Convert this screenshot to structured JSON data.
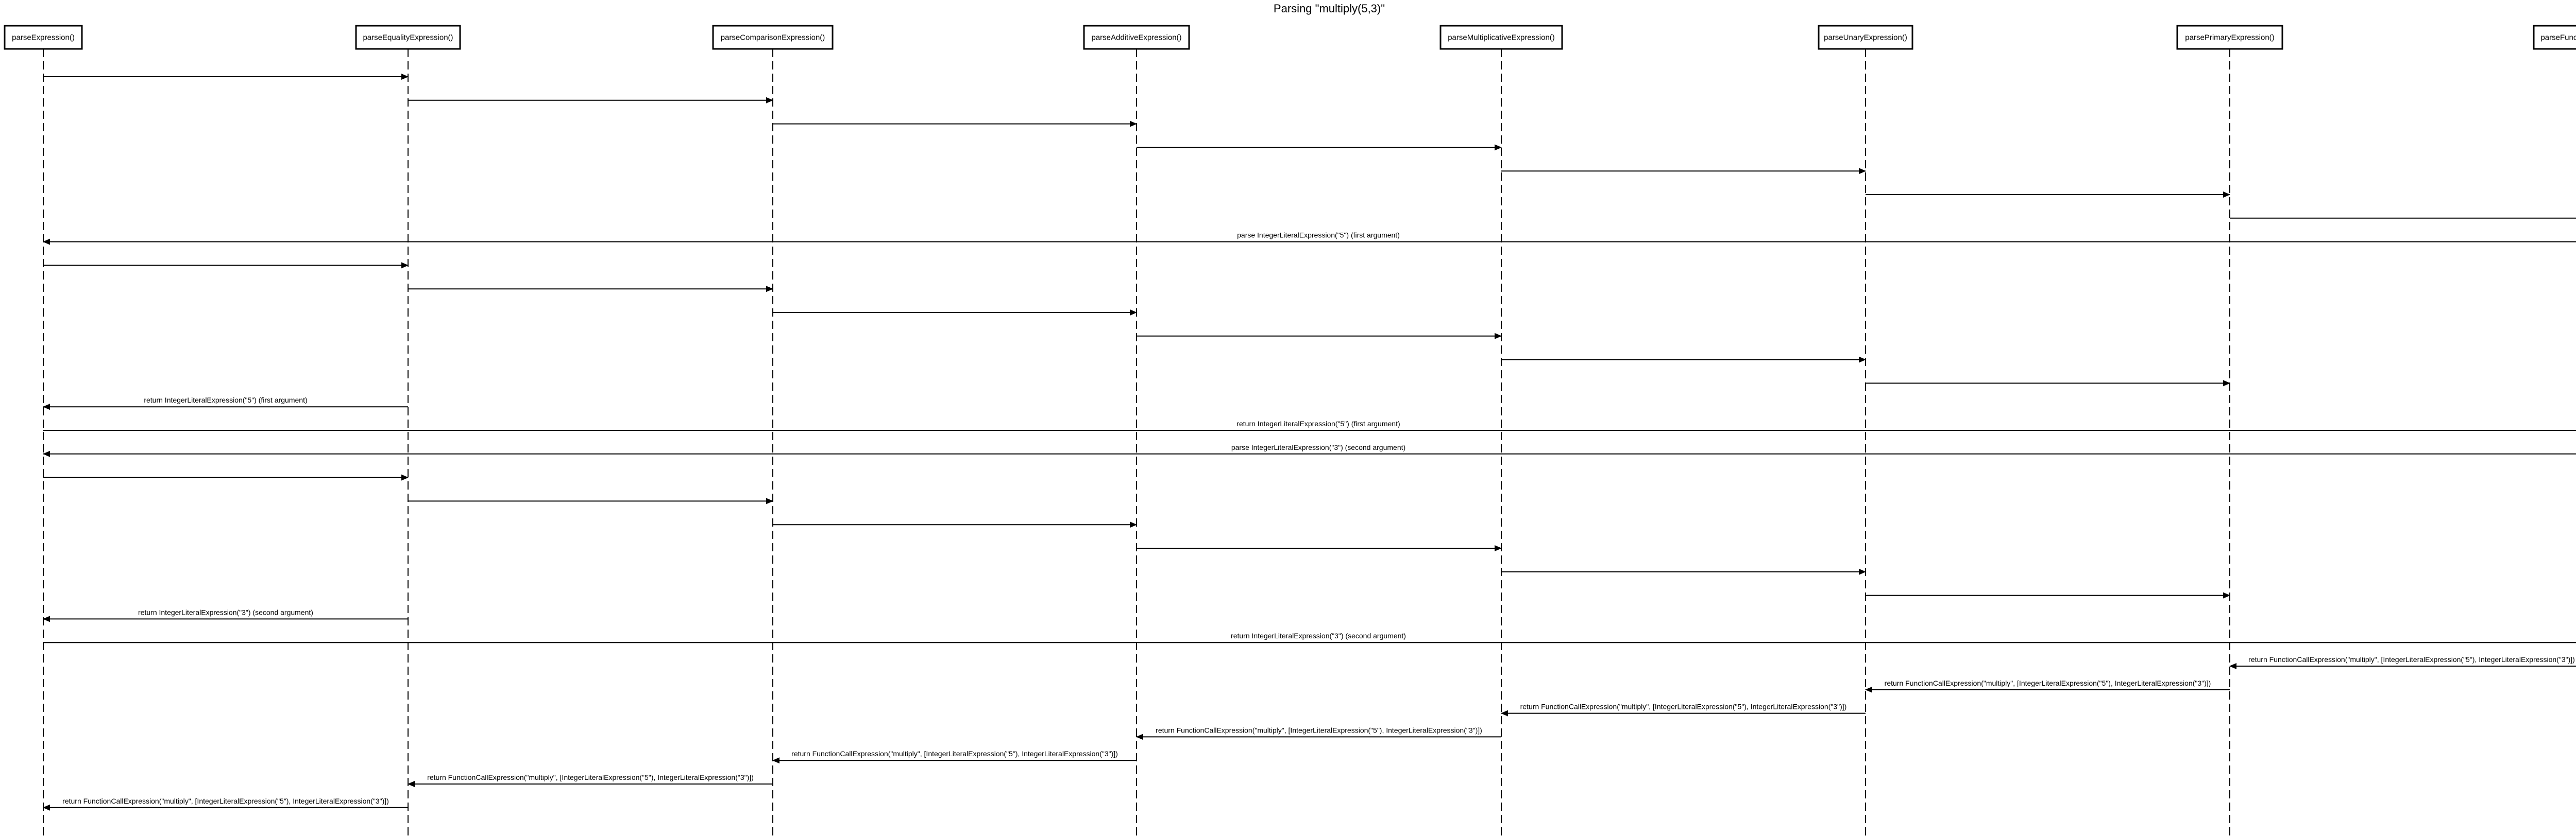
{
  "title": "Parsing \"multiply(5,3)\"",
  "participants": [
    "parseExpression()",
    "parseEqualityExpression()",
    "parseComparisonExpression()",
    "parseAdditiveExpression()",
    "parseMultiplicativeExpression()",
    "parseUnaryExpression()",
    "parsePrimaryExpression()",
    "parseFunctionCallExpression()"
  ],
  "messages": [
    {
      "from": 0,
      "to": 1,
      "label": ""
    },
    {
      "from": 1,
      "to": 2,
      "label": ""
    },
    {
      "from": 2,
      "to": 3,
      "label": ""
    },
    {
      "from": 3,
      "to": 4,
      "label": ""
    },
    {
      "from": 4,
      "to": 5,
      "label": ""
    },
    {
      "from": 5,
      "to": 6,
      "label": ""
    },
    {
      "from": 6,
      "to": 7,
      "label": ""
    },
    {
      "from": 7,
      "to": 0,
      "label": "parse IntegerLiteralExpression(\"5\") (first argument)"
    },
    {
      "from": 0,
      "to": 1,
      "label": ""
    },
    {
      "from": 1,
      "to": 2,
      "label": ""
    },
    {
      "from": 2,
      "to": 3,
      "label": ""
    },
    {
      "from": 3,
      "to": 4,
      "label": ""
    },
    {
      "from": 4,
      "to": 5,
      "label": ""
    },
    {
      "from": 5,
      "to": 6,
      "label": ""
    },
    {
      "from": 1,
      "to": 0,
      "label": "return IntegerLiteralExpression(\"5\") (first argument)"
    },
    {
      "from": 0,
      "to": 7,
      "label": "return IntegerLiteralExpression(\"5\") (first argument)"
    },
    {
      "from": 7,
      "to": 0,
      "label": "parse IntegerLiteralExpression(\"3\") (second argument)"
    },
    {
      "from": 0,
      "to": 1,
      "label": ""
    },
    {
      "from": 1,
      "to": 2,
      "label": ""
    },
    {
      "from": 2,
      "to": 3,
      "label": ""
    },
    {
      "from": 3,
      "to": 4,
      "label": ""
    },
    {
      "from": 4,
      "to": 5,
      "label": ""
    },
    {
      "from": 5,
      "to": 6,
      "label": ""
    },
    {
      "from": 1,
      "to": 0,
      "label": "return IntegerLiteralExpression(\"3\") (second argument)"
    },
    {
      "from": 0,
      "to": 7,
      "label": "return IntegerLiteralExpression(\"3\") (second argument)"
    },
    {
      "from": 7,
      "to": 6,
      "label": "return FunctionCallExpression(\"multiply\", [IntegerLiteralExpression(\"5\"), IntegerLiteralExpression(\"3\")])"
    },
    {
      "from": 6,
      "to": 5,
      "label": "return FunctionCallExpression(\"multiply\", [IntegerLiteralExpression(\"5\"), IntegerLiteralExpression(\"3\")])"
    },
    {
      "from": 5,
      "to": 4,
      "label": "return FunctionCallExpression(\"multiply\", [IntegerLiteralExpression(\"5\"), IntegerLiteralExpression(\"3\")])"
    },
    {
      "from": 4,
      "to": 3,
      "label": "return FunctionCallExpression(\"multiply\", [IntegerLiteralExpression(\"5\"), IntegerLiteralExpression(\"3\")])"
    },
    {
      "from": 3,
      "to": 2,
      "label": "return FunctionCallExpression(\"multiply\", [IntegerLiteralExpression(\"5\"), IntegerLiteralExpression(\"3\")])"
    },
    {
      "from": 2,
      "to": 1,
      "label": "return FunctionCallExpression(\"multiply\", [IntegerLiteralExpression(\"5\"), IntegerLiteralExpression(\"3\")])"
    },
    {
      "from": 1,
      "to": 0,
      "label": "return FunctionCallExpression(\"multiply\", [IntegerLiteralExpression(\"5\"), IntegerLiteralExpression(\"3\")])"
    }
  ]
}
